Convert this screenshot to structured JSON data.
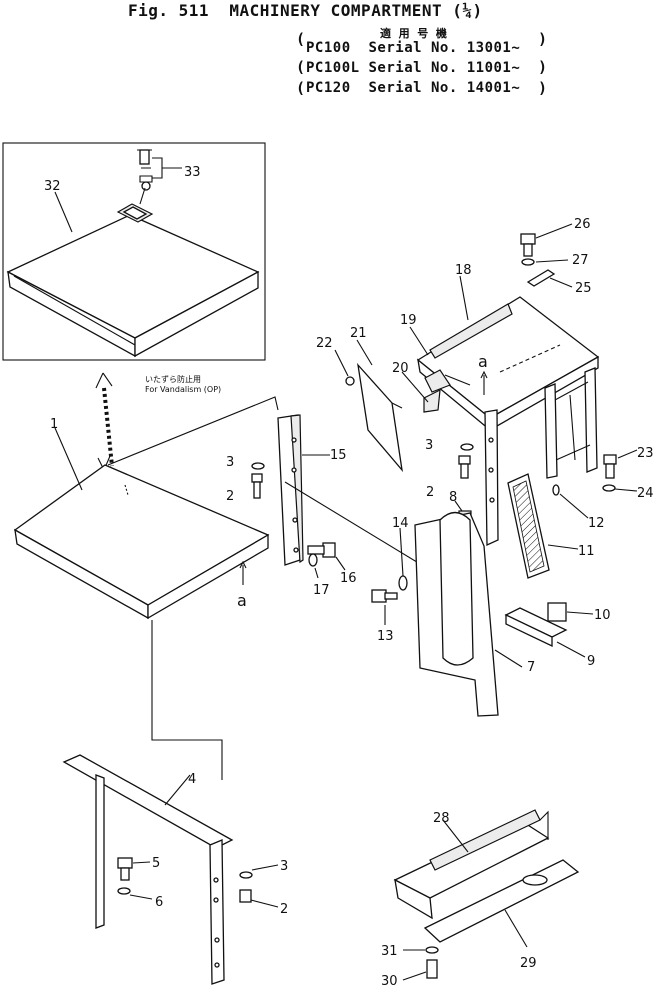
{
  "header": {
    "title": "Fig. 511  MACHINERY COMPARTMENT (¼)",
    "applicability": "適 用 号 機",
    "serials": [
      "PC100  Serial No. 13001~",
      "PC100L Serial No. 11001~",
      "PC120  Serial No. 14001~"
    ]
  },
  "notes": {
    "vandalism_jp": "いたずら防止用",
    "vandalism_en": "For Vandalism (OP)"
  },
  "callouts": [
    {
      "id": "c33",
      "text": "33"
    },
    {
      "id": "c32",
      "text": "32"
    },
    {
      "id": "c26",
      "text": "26"
    },
    {
      "id": "c27",
      "text": "27"
    },
    {
      "id": "c18",
      "text": "18"
    },
    {
      "id": "c25",
      "text": "25"
    },
    {
      "id": "c19",
      "text": "19"
    },
    {
      "id": "c21",
      "text": "21"
    },
    {
      "id": "c22",
      "text": "22"
    },
    {
      "id": "c20",
      "text": "20"
    },
    {
      "id": "ca1",
      "text": "a"
    },
    {
      "id": "c1",
      "text": "1"
    },
    {
      "id": "c15",
      "text": "15"
    },
    {
      "id": "c3a",
      "text": "3"
    },
    {
      "id": "c2a",
      "text": "2"
    },
    {
      "id": "c3b",
      "text": "3"
    },
    {
      "id": "c2b",
      "text": "2"
    },
    {
      "id": "c23",
      "text": "23"
    },
    {
      "id": "c24",
      "text": "24"
    },
    {
      "id": "c8",
      "text": "8"
    },
    {
      "id": "c12",
      "text": "12"
    },
    {
      "id": "c14",
      "text": "14"
    },
    {
      "id": "c11",
      "text": "11"
    },
    {
      "id": "c16",
      "text": "16"
    },
    {
      "id": "c17",
      "text": "17"
    },
    {
      "id": "ca2",
      "text": "a"
    },
    {
      "id": "c13",
      "text": "13"
    },
    {
      "id": "c10",
      "text": "10"
    },
    {
      "id": "c9",
      "text": "9"
    },
    {
      "id": "c7",
      "text": "7"
    },
    {
      "id": "c4",
      "text": "4"
    },
    {
      "id": "c5",
      "text": "5"
    },
    {
      "id": "c3c",
      "text": "3"
    },
    {
      "id": "c6",
      "text": "6"
    },
    {
      "id": "c2c",
      "text": "2"
    },
    {
      "id": "c28",
      "text": "28"
    },
    {
      "id": "c31",
      "text": "31"
    },
    {
      "id": "c29",
      "text": "29"
    },
    {
      "id": "c30",
      "text": "30"
    }
  ]
}
